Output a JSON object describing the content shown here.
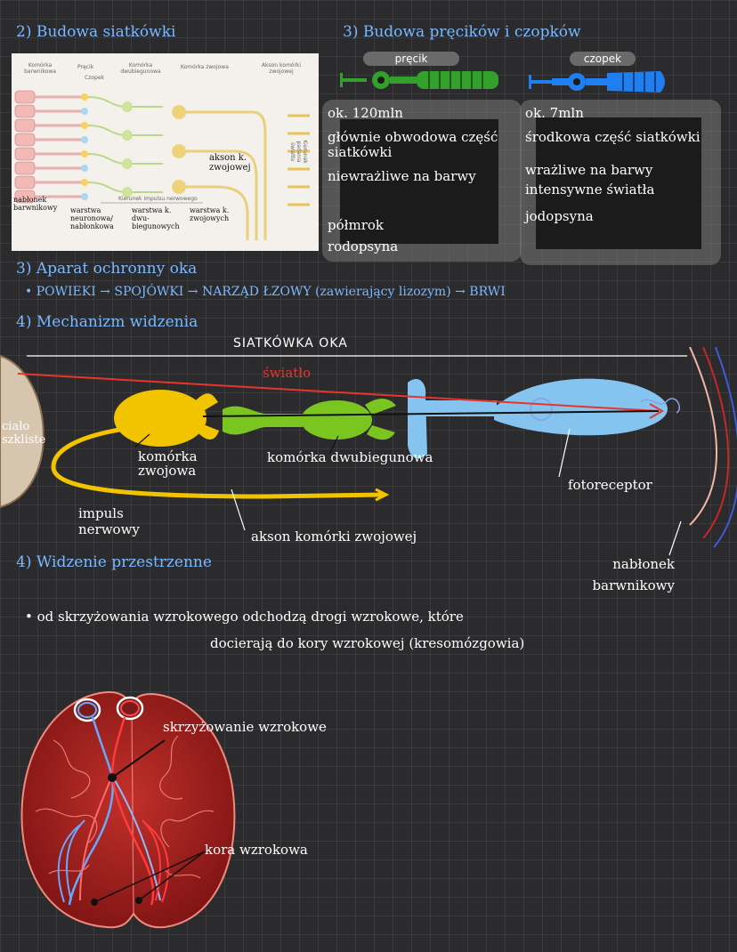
{
  "section_retina": {
    "heading": "2) Budowa siatkówki",
    "figure_labels": [
      "Komórka barwnikowa",
      "Pręcik",
      "Czopek",
      "Komórka dwubiegunowa",
      "Komórka zwojowa",
      "Akson komórki zwojowej",
      "Kierunek padania światła",
      "Kierunek impulsu nerwowego"
    ],
    "annotations": {
      "axon": "akson k. zwojowej",
      "pigment": "nabłonek barwnikowy",
      "layer1": "warstwa neuronowa/ nabłonkowa",
      "layer2": "warstwa k. dwu- biegunowych",
      "layer3": "warstwa k. zwojowych"
    }
  },
  "section_rods": {
    "heading": "3) Budowa pręcików i czopków",
    "rod_label": "pręcik",
    "cone_label": "czopek",
    "rod_items": [
      "ok. 120mln",
      "głównie obwodowa część siatkówki",
      "niewrażliwe na barwy",
      "półmrok",
      "rodopsyna"
    ],
    "cone_items": [
      "ok. 7mln",
      "środkowa część siatkówki",
      "wrażliwe na barwy",
      "intensywne światła",
      "jodopsyna"
    ]
  },
  "section_protect": {
    "heading": "3) Aparat ochronny oka",
    "chain": "• POWIEKI → SPOJÓWKI → NARZĄD ŁZOWY (zawierający lizozym) → BRWI"
  },
  "section_mechanism": {
    "heading": "4) Mechanizm widzenia",
    "title": "SIATKÓWKA    OKA",
    "light": "światło",
    "vitreous": "ciało szkliste",
    "ganglion": "komórka zwojowa",
    "bipolar": "komórka dwubiegunowa",
    "photoreceptor": "fotoreceptor",
    "impulse": "impuls nerwowy",
    "axon": "akson komórki zwojowej",
    "pigment": "nabłonek barwnikowy",
    "colors": {
      "ganglion": "#f2c400",
      "bipolar": "#7ac520",
      "photo": "#86c4f0",
      "light": "#e8352b"
    }
  },
  "section_spatial": {
    "heading": "4) Widzenie przestrzenne",
    "text_line1": "• od skrzyżowania wzrokowego odchodzą drogi wzrokowe, które",
    "text_line2": "docierają do kory wzrokowej (kresomózgowia)",
    "chiasm_label": "skrzyżowanie wzrokowe",
    "cortex_label": "kora wzrokowa"
  }
}
